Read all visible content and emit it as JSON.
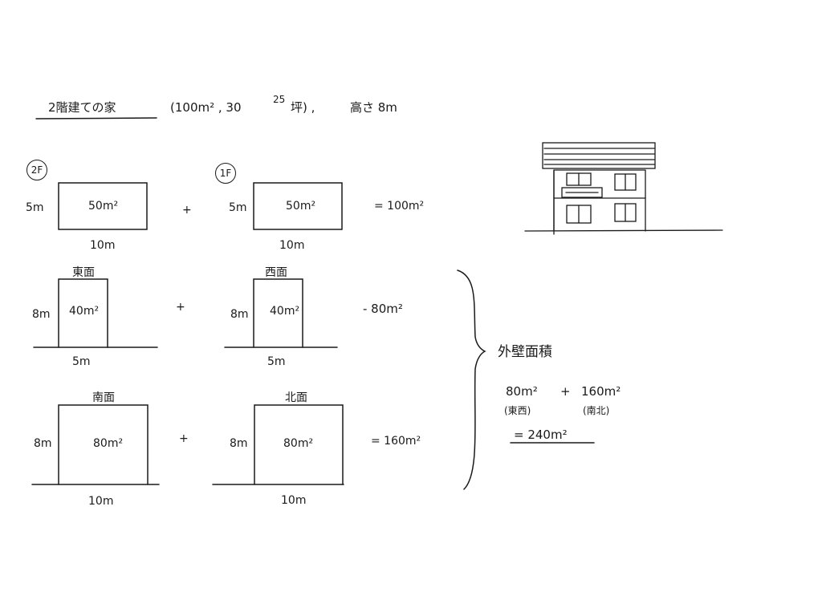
{
  "title": {
    "main": "2階建ての家",
    "spec_open": "(100m² , 30",
    "tsubo_sup": "25",
    "spec_close": "坪) ,",
    "height": "高さ 8m"
  },
  "floors": {
    "f2": {
      "badge": "2F",
      "height": "5m",
      "area": "50m²",
      "width": "10m"
    },
    "f1": {
      "badge": "1F",
      "height": "5m",
      "area": "50m²",
      "width": "10m"
    },
    "plus": "+",
    "result": "= 100m²"
  },
  "walls_short": {
    "east": {
      "label": "東面",
      "height": "8m",
      "area": "40m²",
      "width": "5m"
    },
    "west": {
      "label": "西面",
      "height": "8m",
      "area": "40m²",
      "width": "5m"
    },
    "plus": "+",
    "result": "- 80m²"
  },
  "walls_long": {
    "south": {
      "label": "南面",
      "height": "8m",
      "area": "80m²",
      "width": "10m"
    },
    "north": {
      "label": "北面",
      "height": "8m",
      "area": "80m²",
      "width": "10m"
    },
    "plus": "+",
    "result": "= 160m²"
  },
  "summary": {
    "heading": "外壁面積",
    "term1": "80m²",
    "term1_note": "(東西)",
    "plus": "+",
    "term2": "160m²",
    "term2_note": "(南北)",
    "total": "= 240m²"
  }
}
